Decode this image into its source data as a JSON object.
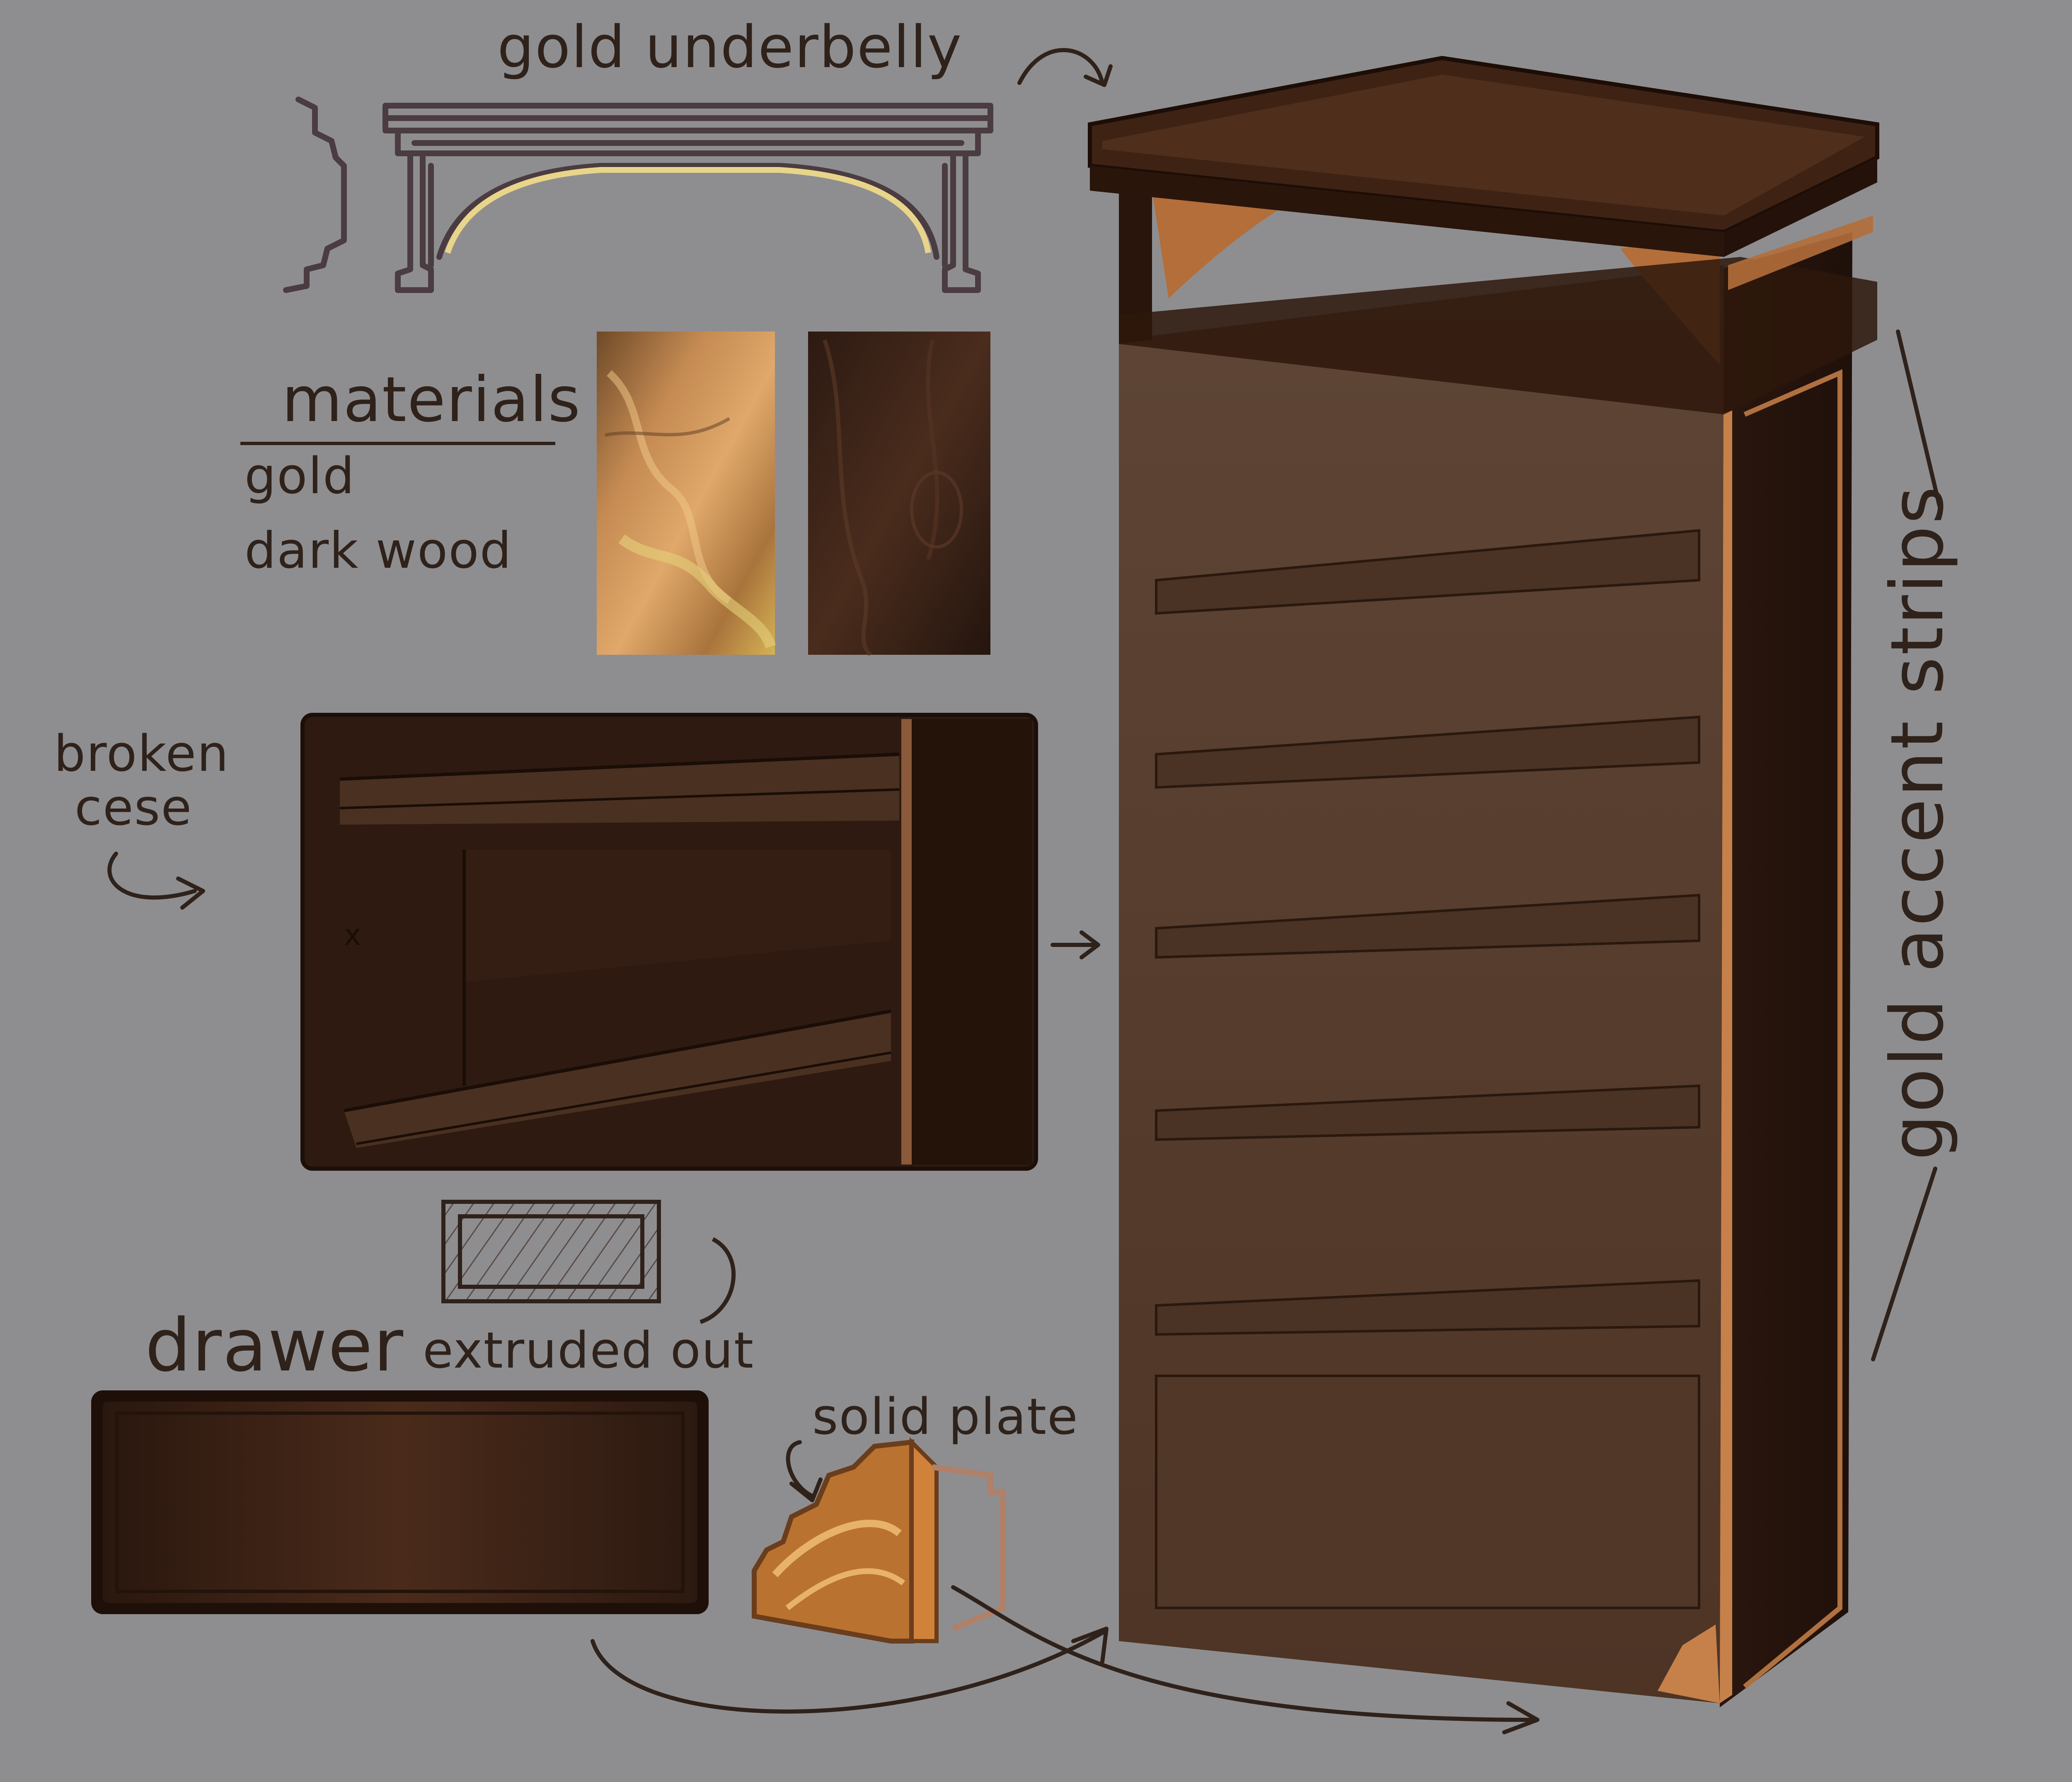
{
  "labels": {
    "gold_underbelly": "gold underbelly",
    "materials_heading": "materials",
    "material_gold": "gold",
    "material_dark_wood": "dark wood",
    "broken_case_line1": "broken",
    "broken_case_line2": "cese",
    "drawer": "drawer",
    "extruded_out": "extruded out",
    "solid_plate": "solid plate",
    "gold_accent_strips": "gold accent strips"
  },
  "colors": {
    "background": "#8e8e90",
    "ink": "#2f221b",
    "dark_wood": "#3a2318",
    "wood_mid": "#5a3a28",
    "gold": "#d29a5a",
    "gold_light": "#e8d58a"
  }
}
